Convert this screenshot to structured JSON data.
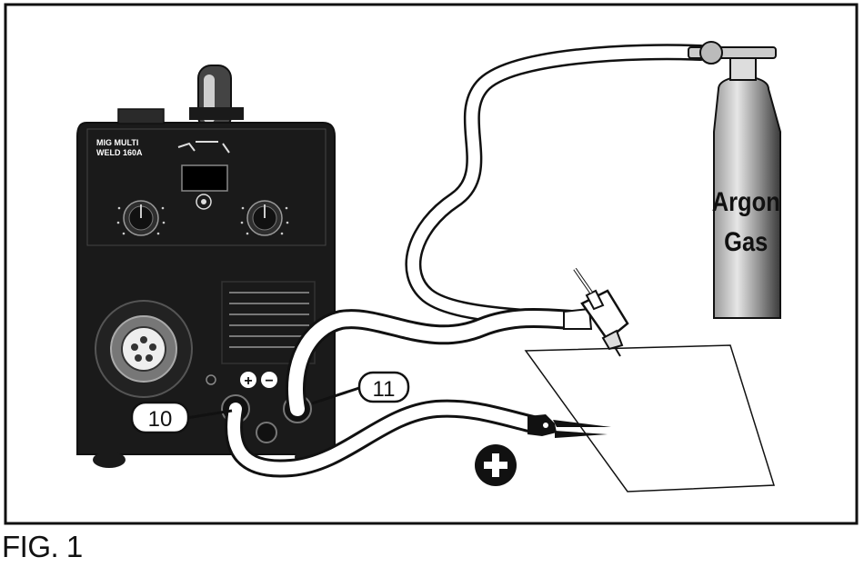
{
  "caption": "FIG. 1",
  "machine": {
    "model_line1": "MIG MULTI",
    "model_line2": "WELD 160A",
    "polarity_plus": "+",
    "polarity_minus": "−"
  },
  "callouts": {
    "left": "10",
    "right": "11"
  },
  "cylinder": {
    "line1": "Argon",
    "line2": "Gas"
  },
  "colors": {
    "machine_body": "#1a1a1a",
    "outline": "#111111",
    "cylinder_light": "#e8e8e8",
    "cylinder_dark": "#3a3a3a"
  },
  "icons": [
    "plus-icon",
    "knob-icon",
    "torch-icon",
    "earth-clamp-icon"
  ]
}
